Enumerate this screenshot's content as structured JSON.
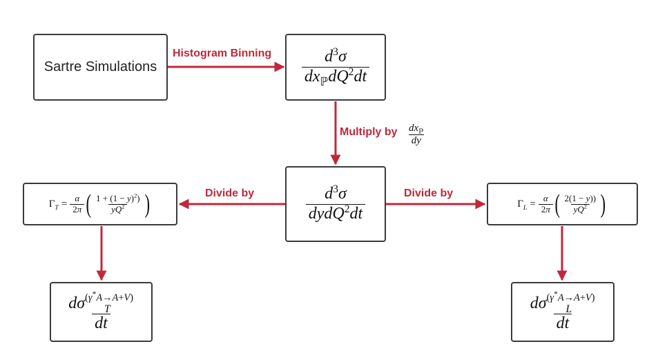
{
  "nodes": {
    "sartre": {
      "label": "Sartre Simulations"
    },
    "d3_xp": {
      "num": "d³σ",
      "den": "dx_P dQ² dt"
    },
    "d3_y": {
      "num": "d³σ",
      "den": "dydQ²dt"
    },
    "gamma_t": {
      "lhs": "Γ_T",
      "coef": "α / 2π",
      "num": "1 + (1 − y)²",
      "den": "yQ²"
    },
    "gamma_l": {
      "lhs": "Γ_L",
      "coef": "α / 2π",
      "num": "2(1 − y))",
      "den": "yQ²"
    },
    "sigma_t": {
      "num": "dσ_T^(γ*A→A+V)",
      "den": "dt"
    },
    "sigma_l": {
      "num": "dσ_L^(γ*A→A+V)",
      "den": "dt"
    }
  },
  "edges": {
    "histogram": {
      "label": "Histogram Binning"
    },
    "multiply": {
      "label": "Multiply by",
      "factor_num": "dx_P",
      "factor_den": "dy"
    },
    "divide_left": {
      "label": "Divide by"
    },
    "divide_right": {
      "label": "Divide by"
    }
  },
  "colors": {
    "arrow": "#c0283b",
    "box_border": "#3a3a3a"
  }
}
